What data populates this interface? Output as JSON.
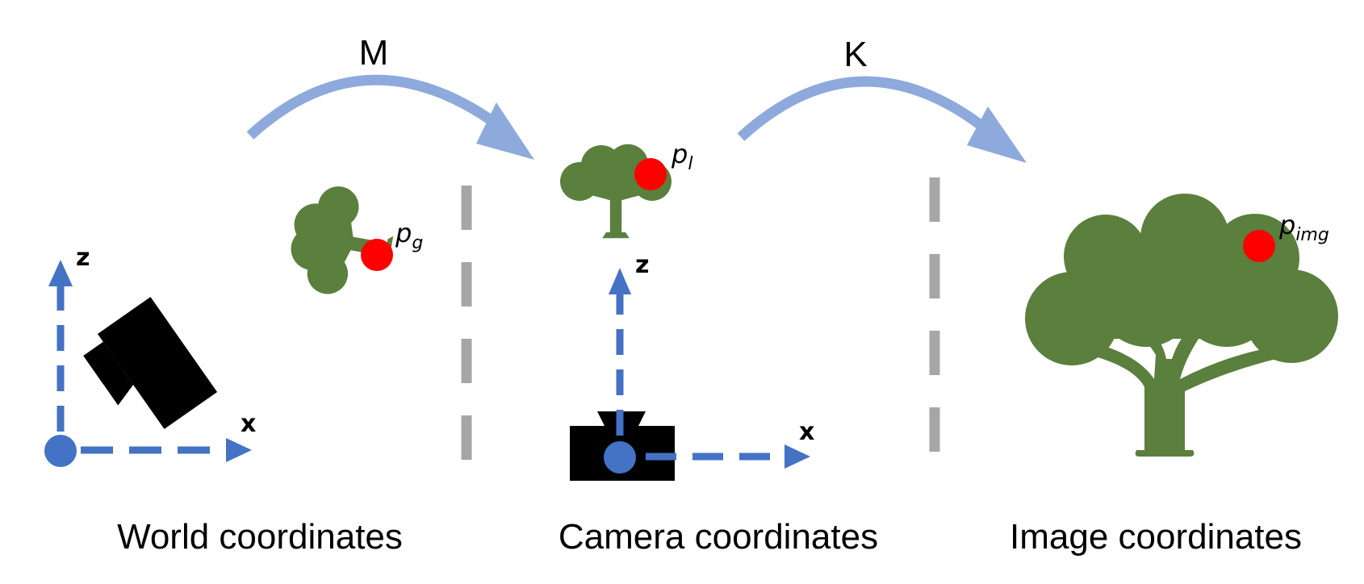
{
  "transforms": {
    "world_to_camera": "M",
    "camera_to_image": "K"
  },
  "sections": {
    "world": {
      "caption": "World coordinates",
      "axis_z": "z",
      "axis_x": "x",
      "point": "p",
      "point_sub": "g"
    },
    "camera": {
      "caption": "Camera coordinates",
      "axis_z": "z",
      "axis_x": "x",
      "point": "p",
      "point_sub": "l"
    },
    "image": {
      "caption": "Image coordinates",
      "point": "p",
      "point_sub": "img"
    }
  },
  "colors": {
    "transform_arrow": "#8EA9DB",
    "axis": "#4472C4",
    "divider": "#A6A6A6",
    "tree": "#5B7F3C",
    "point": "#FF0000",
    "camera": "#000000",
    "text": "#000000"
  },
  "icons": [
    "tree-icon",
    "camera-icon",
    "curved-arrow-icon"
  ]
}
